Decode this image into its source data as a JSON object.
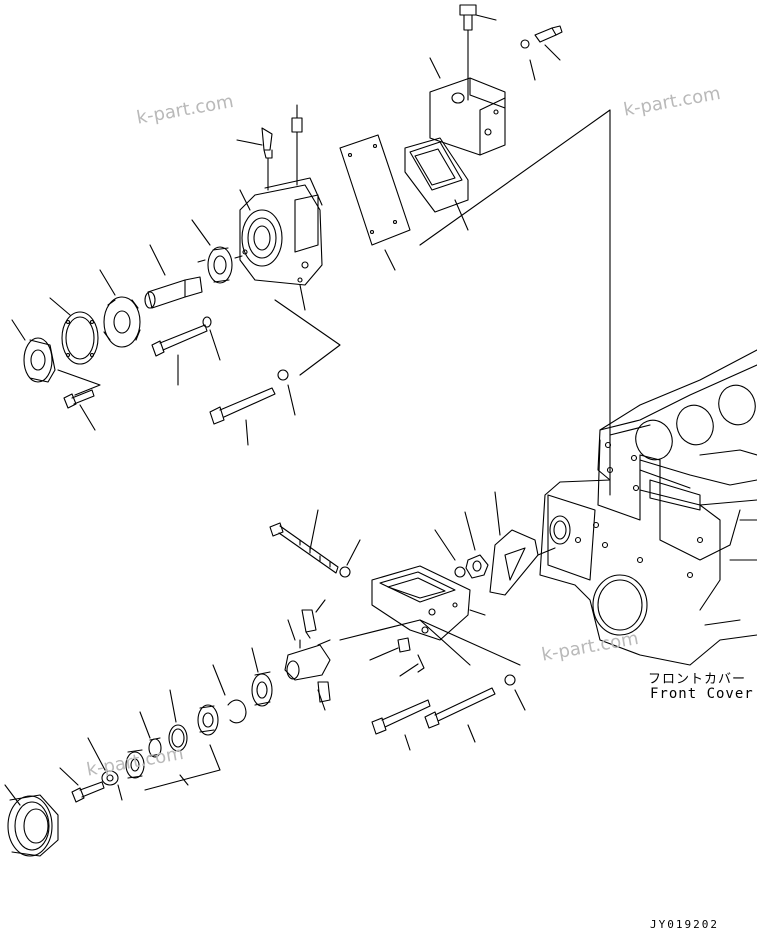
{
  "watermarks": [
    "k-part.com",
    "k-part.com",
    "k-part.com",
    "k-part.com"
  ],
  "labels": {
    "front_cover_jp": "フロントカバー",
    "front_cover_en": "Front Cover",
    "drawing_code": "JY019202"
  }
}
